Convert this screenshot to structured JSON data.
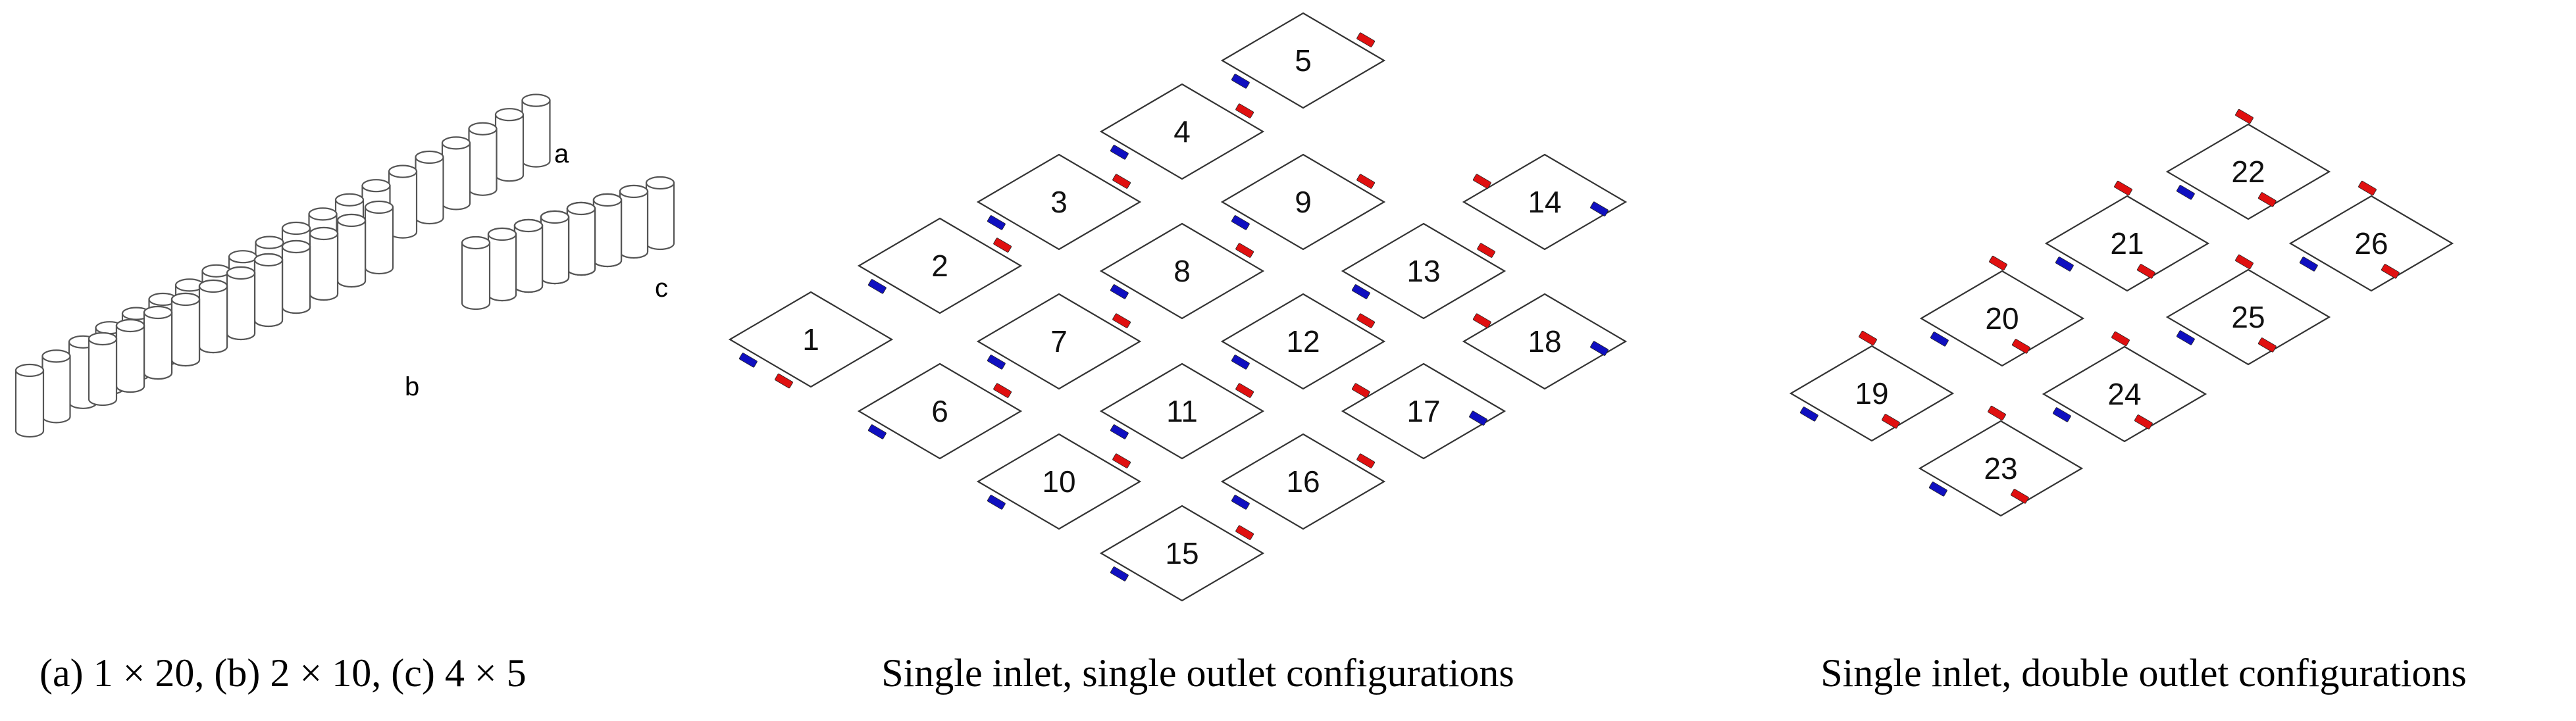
{
  "cell_panel": {
    "labels": {
      "a": "a",
      "b": "b",
      "c": "c"
    },
    "arrangements": [
      {
        "id": "a",
        "rows": 1,
        "cols": 20
      },
      {
        "id": "b",
        "rows": 2,
        "cols": 10
      },
      {
        "id": "c",
        "rows": 4,
        "cols": 5
      }
    ],
    "caption": "(a) 1 × 20, (b) 2 × 10, (c) 4 × 5"
  },
  "single_outlet": {
    "caption": "Single inlet, single outlet configurations",
    "modules": [
      {
        "id": "1",
        "inlets": 1,
        "outlets": 1
      },
      {
        "id": "2",
        "inlets": 1,
        "outlets": 1
      },
      {
        "id": "3",
        "inlets": 1,
        "outlets": 1
      },
      {
        "id": "4",
        "inlets": 1,
        "outlets": 1
      },
      {
        "id": "5",
        "inlets": 1,
        "outlets": 1
      },
      {
        "id": "6",
        "inlets": 1,
        "outlets": 1
      },
      {
        "id": "7",
        "inlets": 1,
        "outlets": 1
      },
      {
        "id": "8",
        "inlets": 1,
        "outlets": 1
      },
      {
        "id": "9",
        "inlets": 1,
        "outlets": 1
      },
      {
        "id": "10",
        "inlets": 1,
        "outlets": 1
      },
      {
        "id": "11",
        "inlets": 1,
        "outlets": 1
      },
      {
        "id": "12",
        "inlets": 1,
        "outlets": 1
      },
      {
        "id": "13",
        "inlets": 1,
        "outlets": 1
      },
      {
        "id": "14",
        "inlets": 1,
        "outlets": 1
      },
      {
        "id": "15",
        "inlets": 1,
        "outlets": 1
      },
      {
        "id": "16",
        "inlets": 1,
        "outlets": 1
      },
      {
        "id": "17",
        "inlets": 1,
        "outlets": 1
      },
      {
        "id": "18",
        "inlets": 1,
        "outlets": 1
      }
    ]
  },
  "double_outlet": {
    "caption": "Single inlet, double outlet configurations",
    "modules": [
      {
        "id": "19",
        "inlets": 1,
        "outlets": 2
      },
      {
        "id": "20",
        "inlets": 1,
        "outlets": 2
      },
      {
        "id": "21",
        "inlets": 1,
        "outlets": 2
      },
      {
        "id": "22",
        "inlets": 1,
        "outlets": 2
      },
      {
        "id": "23",
        "inlets": 1,
        "outlets": 2
      },
      {
        "id": "24",
        "inlets": 1,
        "outlets": 2
      },
      {
        "id": "25",
        "inlets": 1,
        "outlets": 2
      },
      {
        "id": "26",
        "inlets": 1,
        "outlets": 2
      }
    ]
  },
  "colors": {
    "outlet": "#e01010",
    "inlet": "#1010c0",
    "outline": "#333333",
    "fill": "#ffffff"
  }
}
